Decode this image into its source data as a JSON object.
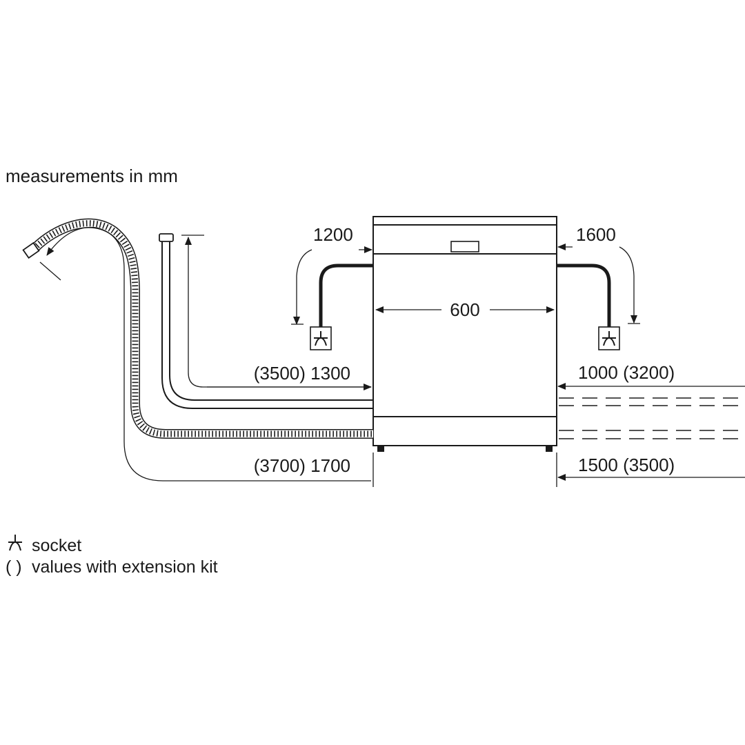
{
  "header": {
    "note": "measurements in mm"
  },
  "dimensions": {
    "cord_left": "1200",
    "cord_right": "1600",
    "width": "600",
    "inlet_left": "(3500) 1300",
    "inlet_right": "1000 (3200)",
    "drain_left": "(3700) 1700",
    "drain_right": "1500 (3500)"
  },
  "legend": {
    "socket_label": "socket",
    "parens_symbol": "( )",
    "parens_label": "values with extension kit"
  },
  "icons": {
    "socket": "socket-icon",
    "arrow": "arrow-head-icon"
  },
  "colors": {
    "ink": "#1a1a1a",
    "background": "#ffffff"
  }
}
